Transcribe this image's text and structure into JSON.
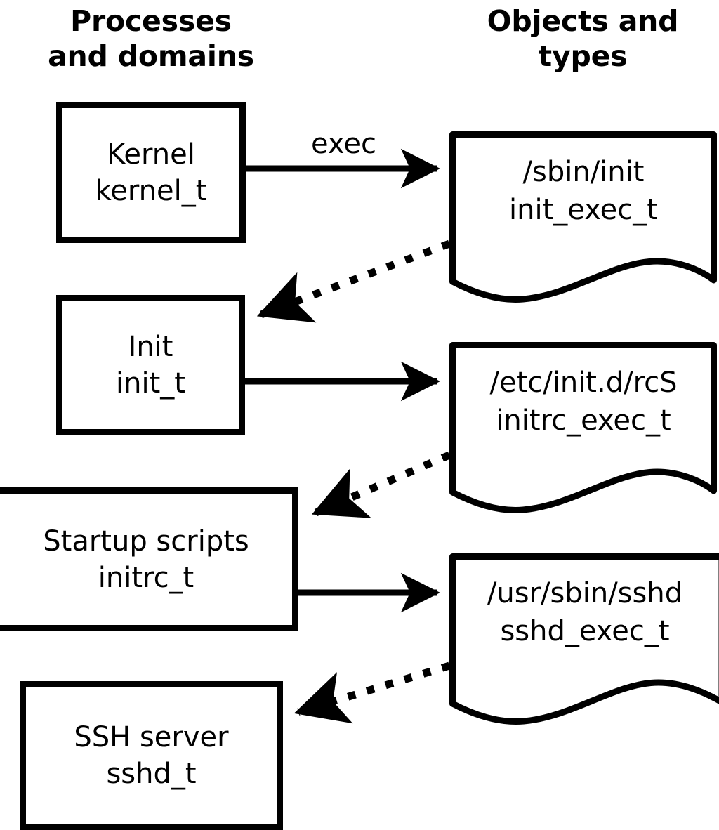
{
  "diagram": {
    "title_left": "Processes\nand domains",
    "title_right": "Objects and\ntypes",
    "stroke_color": "#000000",
    "background_color": "#ffffff",
    "process_nodes": [
      {
        "id": "kernel",
        "name": "Kernel",
        "type": "kernel_t"
      },
      {
        "id": "init",
        "name": "Init",
        "type": "init_t"
      },
      {
        "id": "initrc",
        "name": "Startup scripts",
        "type": "initrc_t"
      },
      {
        "id": "sshd",
        "name": "SSH server",
        "type": "sshd_t"
      }
    ],
    "object_nodes": [
      {
        "id": "init_exec",
        "path": "/sbin/init",
        "type": "init_exec_t"
      },
      {
        "id": "initrc_exec",
        "path": "/etc/init.d/rcS",
        "type": "initrc_exec_t"
      },
      {
        "id": "sshd_exec",
        "path": "/usr/sbin/sshd",
        "type": "sshd_exec_t"
      }
    ],
    "edges": [
      {
        "id": "kernel-exec-init",
        "from": "kernel",
        "to": "init_exec",
        "label": "exec",
        "style": "solid"
      },
      {
        "id": "init_exec-transition",
        "from": "init_exec",
        "to": "init",
        "label": "",
        "style": "dotted"
      },
      {
        "id": "init-exec-initrc",
        "from": "init",
        "to": "initrc_exec",
        "label": "",
        "style": "solid"
      },
      {
        "id": "initrc_exec-transition",
        "from": "initrc_exec",
        "to": "initrc",
        "label": "",
        "style": "dotted"
      },
      {
        "id": "initrc-exec-sshd",
        "from": "initrc",
        "to": "sshd_exec",
        "label": "",
        "style": "solid"
      },
      {
        "id": "sshd_exec-transition",
        "from": "sshd_exec",
        "to": "sshd",
        "label": "",
        "style": "dotted"
      }
    ]
  }
}
